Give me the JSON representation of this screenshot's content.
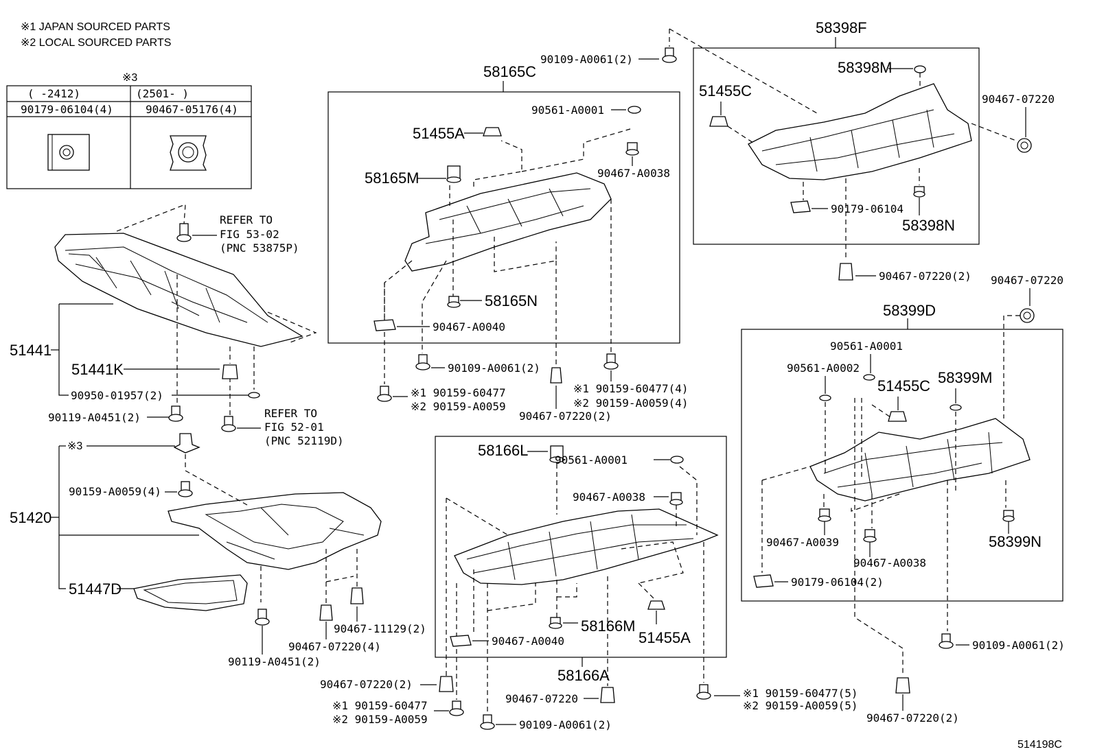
{
  "notes": {
    "note1": "※1 JAPAN SOURCED PARTS",
    "note2": "※2 LOCAL SOURCED PARTS"
  },
  "table": {
    "mark": "※3",
    "col1_range": "(    -2412)",
    "col2_range": "(2501-    )",
    "col1_part": "90179-06104(4)",
    "col2_part": "90467-05176(4)"
  },
  "labels": {
    "l58165C": "58165C",
    "l58398F": "58398F",
    "l90109_top": "90109-A0061(2)",
    "l58398M": "58398M",
    "l51455C_a": "51455C",
    "l90467_07220_a": "90467-07220",
    "l90561_a": "90561-A0001",
    "l51455A_a": "51455A",
    "l90467_A0038_a": "90467-A0038",
    "l58165M": "58165M",
    "l90179_06104": "90179-06104",
    "l58398N": "58398N",
    "refer1_a": "REFER TO",
    "refer1_b": "FIG 53-02",
    "refer1_c": "(PNC 53875P)",
    "l90467_07220_2a": "90467-07220(2)",
    "l90467_07220_b": "90467-07220",
    "l58165N": "58165N",
    "l58399D": "58399D",
    "l90467_A0040_a": "90467-A0040",
    "l51441": "51441",
    "l51441K": "51441K",
    "l90109_b": "90109-A0061(2)",
    "l90561_b": "90561-A0001",
    "l90561_A0002": "90561-A0002",
    "l51455C_b": "51455C",
    "l58399M": "58399M",
    "l90950": "90950-01957(2)",
    "l90159_60477_a": "※1 90159-60477",
    "l90159_A0059_a": "※2 90159-A0059",
    "l90159_60477_4": "※1 90159-60477(4)",
    "l90159_A0059_4": "※2 90159-A0059(4)",
    "l90119_a": "90119-A0451(2)",
    "l90467_07220_2b": "90467-07220(2)",
    "refer2_a": "REFER TO",
    "refer2_b": "FIG 52-01",
    "refer2_c": "(PNC 52119D)",
    "l_mark3": "※3",
    "l58166L": "58166L",
    "l90561_c": "90561-A0001",
    "l90159_A0059_4b": "90159-A0059(4)",
    "l90467_A0038_b": "90467-A0038",
    "l51420": "51420",
    "l90467_A0039": "90467-A0039",
    "l58399N": "58399N",
    "l90467_A0038_c": "90467-A0038",
    "l51447D": "51447D",
    "l90179_06104_2": "90179-06104(2)",
    "l90467_11129": "90467-11129(2)",
    "l58166M": "58166M",
    "l90467_07220_4": "90467-07220(4)",
    "l90467_A0040_b": "90467-A0040",
    "l51455A_b": "51455A",
    "l90109_c": "90109-A0061(2)",
    "l90119_b": "90119-A0451(2)",
    "l58166A": "58166A",
    "l90467_07220_2c": "90467-07220(2)",
    "l90467_07220_c": "90467-07220",
    "l90159_60477_5": "※1 90159-60477(5)",
    "l90159_A0059_5": "※2 90159-A0059(5)",
    "l90159_60477_b": "※1 90159-60477",
    "l90159_A0059_b": "※2 90159-A0059",
    "l90109_d": "90109-A0061(2)",
    "l90467_07220_2d": "90467-07220(2)",
    "figcode": "514198C"
  }
}
